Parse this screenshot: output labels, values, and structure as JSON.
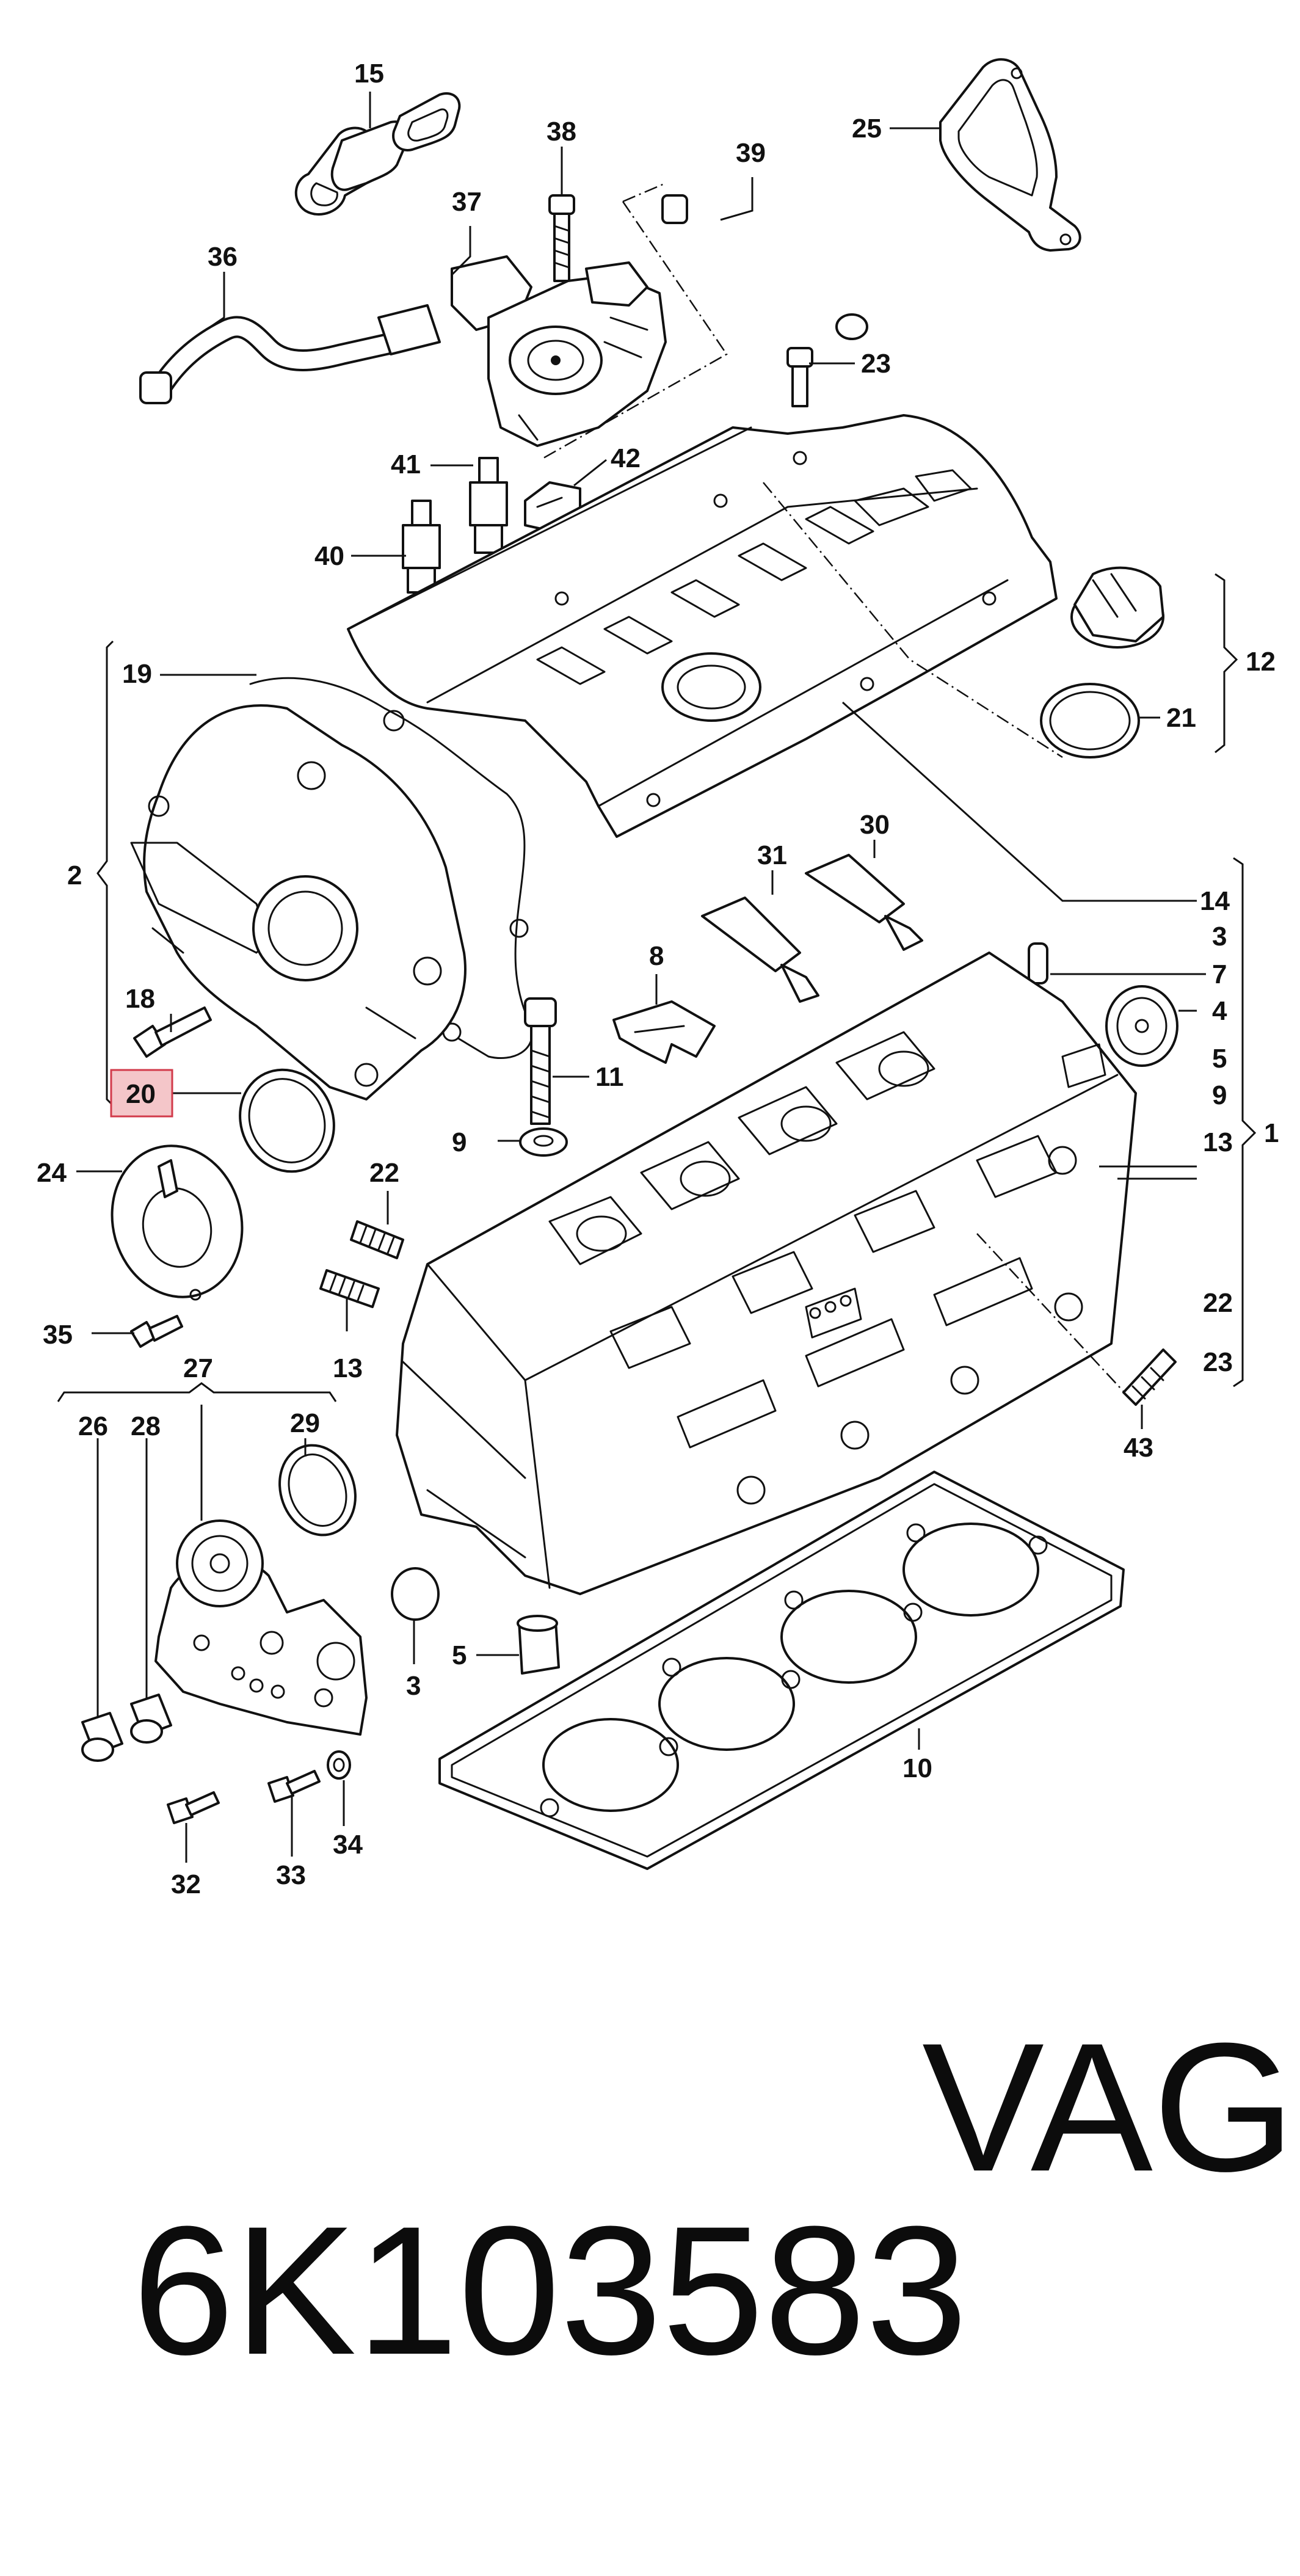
{
  "callouts": {
    "c15": "15",
    "c38": "38",
    "c39": "39",
    "c25": "25",
    "c37": "37",
    "c36": "36",
    "c23a": "23",
    "c41": "41",
    "c42": "42",
    "c40": "40",
    "c19": "19",
    "c12": "12",
    "c21": "21",
    "c2": "2",
    "c31": "31",
    "c30": "30",
    "c14": "14",
    "c3a": "3",
    "c8": "8",
    "c7": "7",
    "c18": "18",
    "c4": "4",
    "c5a": "5",
    "c20": "20",
    "c11": "11",
    "c9a": "9",
    "c9b": "9",
    "c13a": "13",
    "c1": "1",
    "c24": "24",
    "c22a": "22",
    "c35": "35",
    "c13b": "13",
    "c22b": "22",
    "c23b": "23",
    "c27": "27",
    "c43": "43",
    "c26": "26",
    "c28": "28",
    "c29": "29",
    "c5b": "5",
    "c3b": "3",
    "c10": "10",
    "c34": "34",
    "c32": "32",
    "c33": "33"
  },
  "highlighted_callout": "20",
  "footer": {
    "part_number": "6K103583",
    "brand": "VAG"
  },
  "colors": {
    "line": "#111111",
    "highlight_fill": "#f4c6c9",
    "highlight_border": "#d23a4a"
  }
}
